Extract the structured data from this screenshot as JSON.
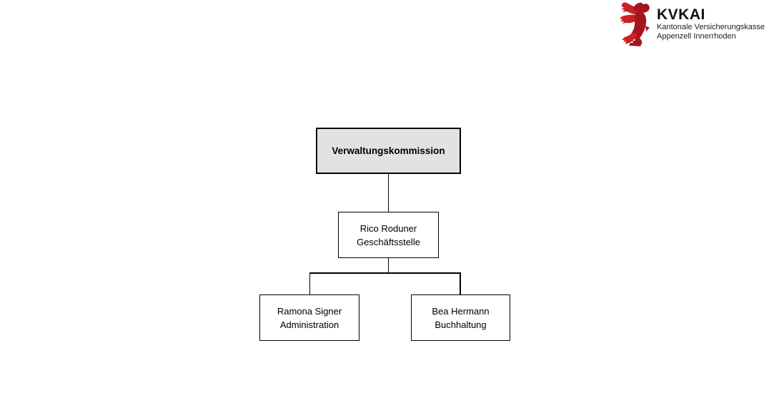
{
  "logo": {
    "brand": "KVKAI",
    "subtitle_line1": "Kantonale Versicherungskasse",
    "subtitle_line2": "Appenzell Innerrhoden",
    "bear_color_dark": "#a5151e",
    "bear_color_bright": "#cc1f27"
  },
  "org_chart": {
    "nodes": {
      "root": {
        "label": "Verwaltungskommission"
      },
      "manager": {
        "name": "Rico Roduner",
        "role": "Geschäftsstelle"
      },
      "staff_left": {
        "name": "Ramona Signer",
        "role": "Administration"
      },
      "staff_right": {
        "name": "Bea Hermann",
        "role": "Buchhaltung"
      }
    },
    "colors": {
      "root_fill": "#e2e2e2",
      "node_fill": "#ffffff",
      "border": "#000000",
      "connector": "#000000"
    }
  }
}
